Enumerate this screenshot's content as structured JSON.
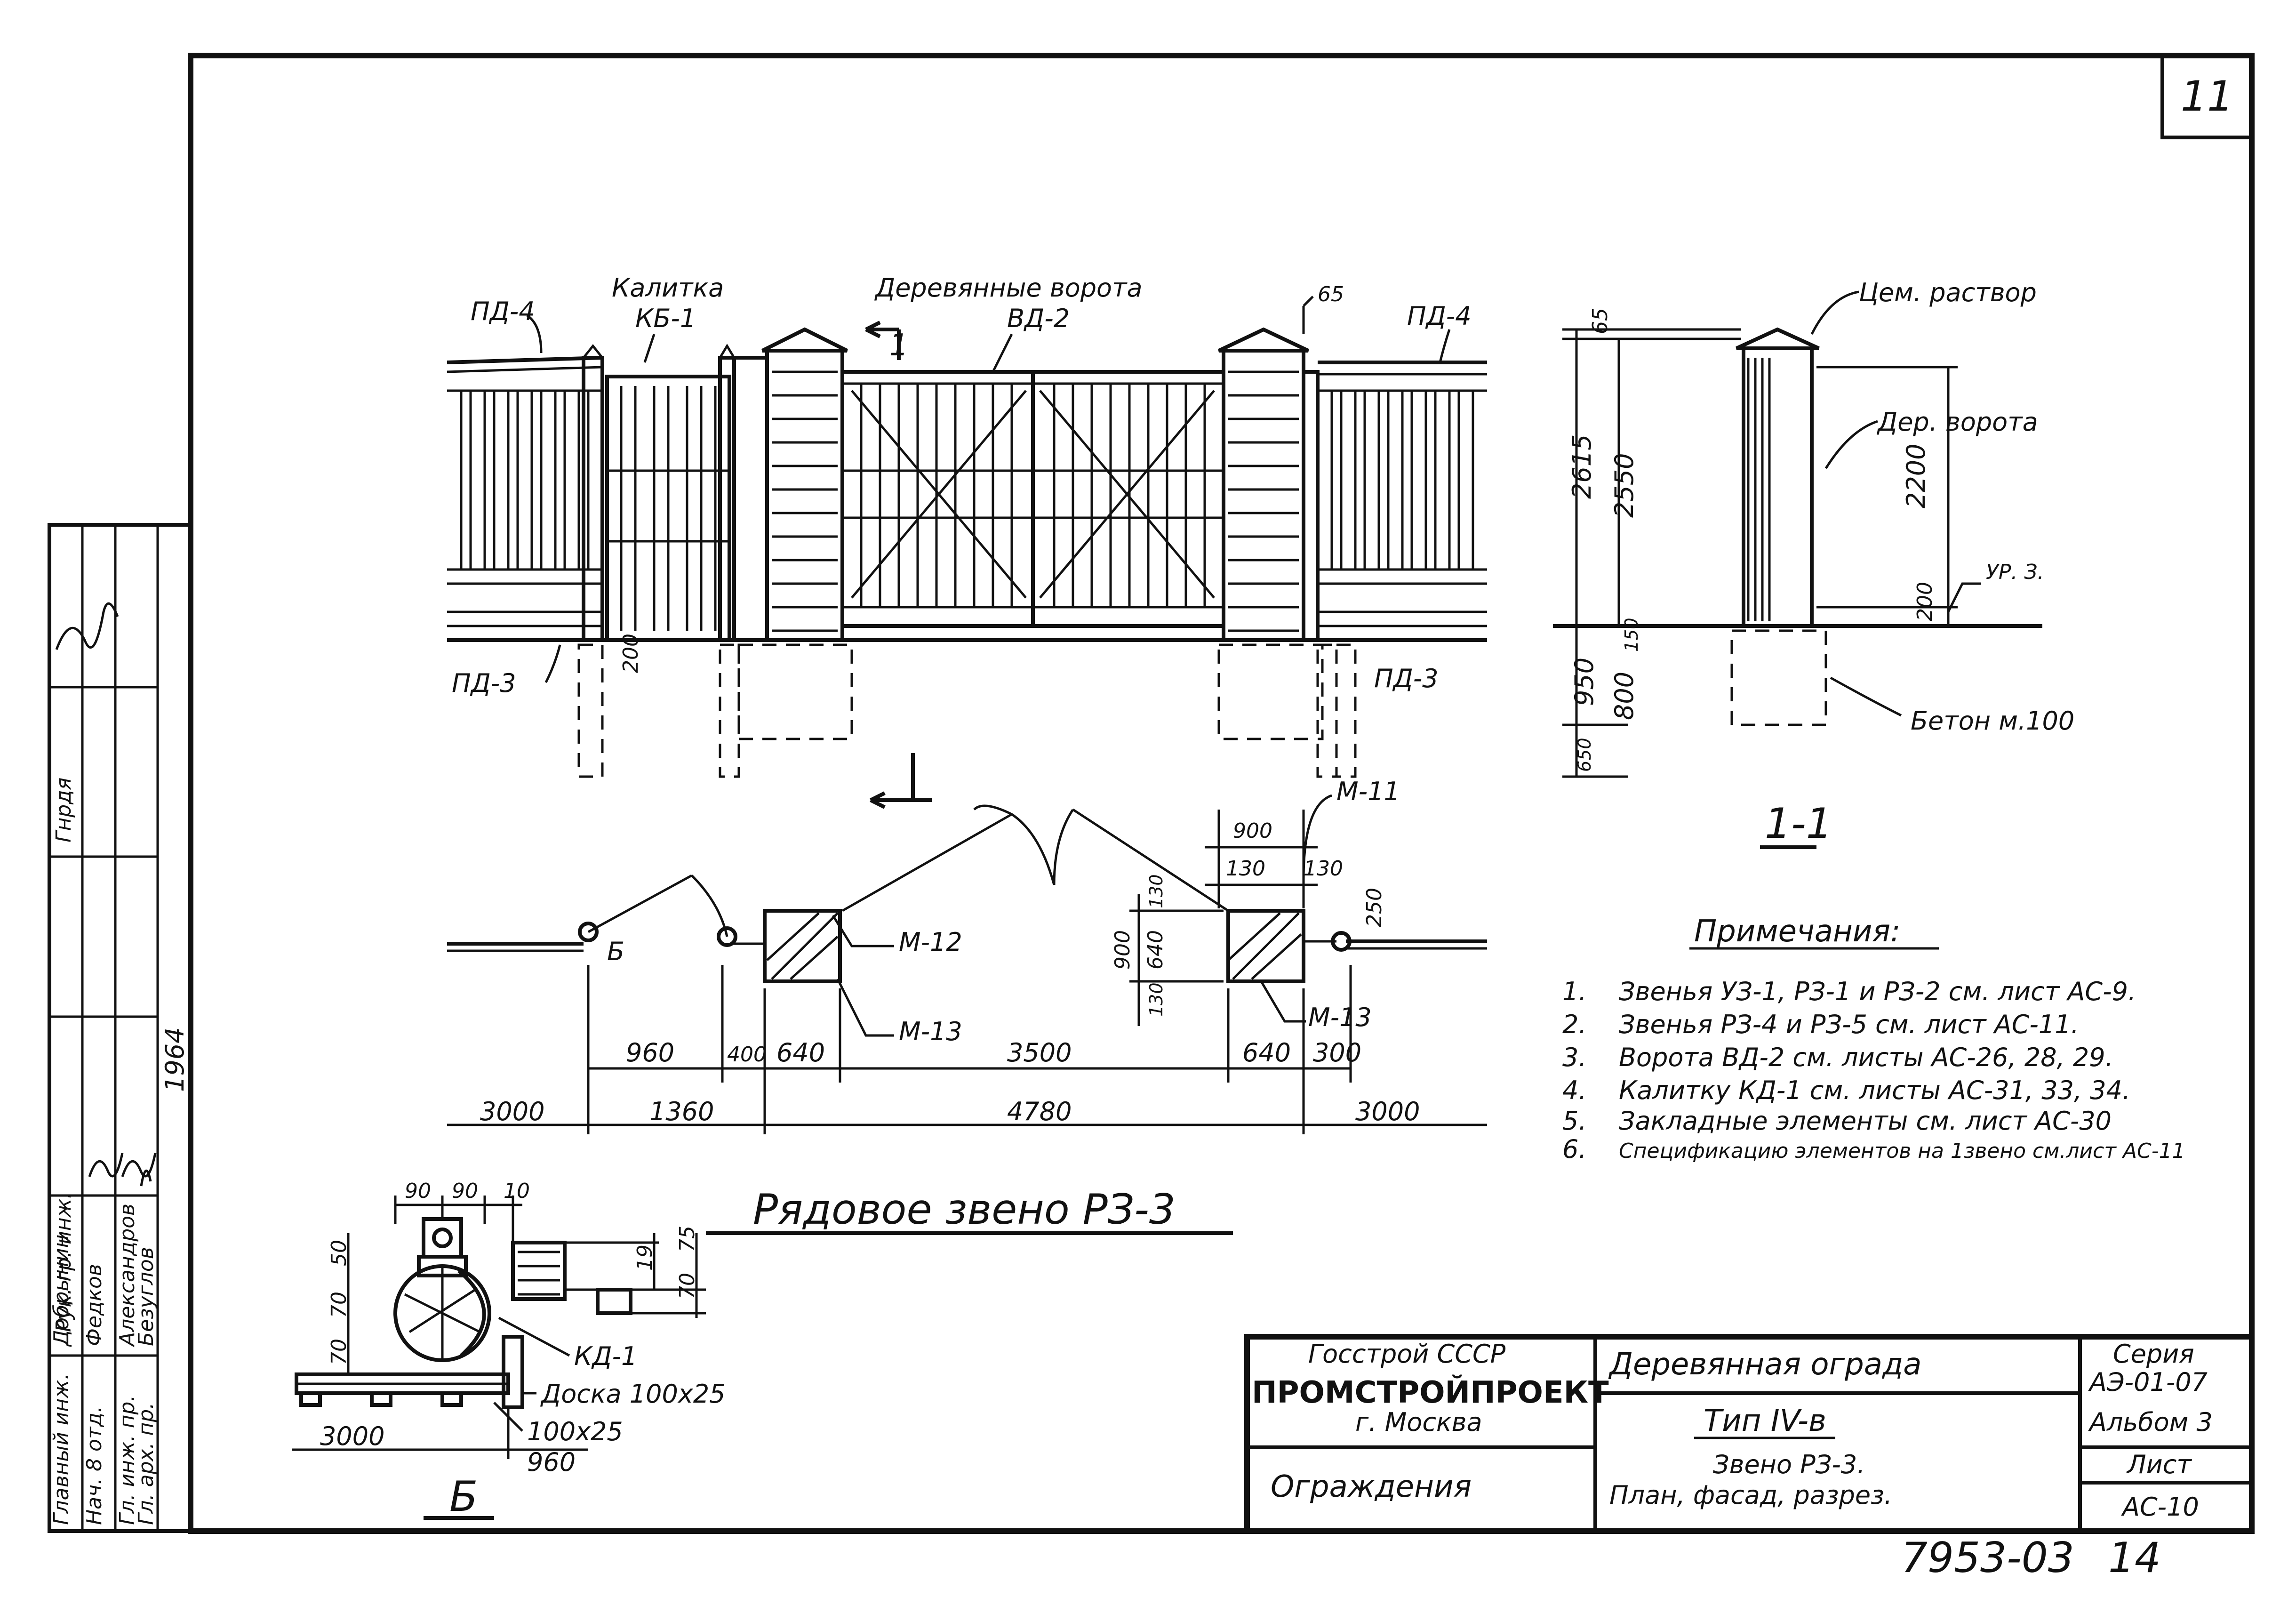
{
  "sheet": {
    "page_number": "11",
    "footer_code": "7953-03",
    "footer_number": "14"
  },
  "facade": {
    "labels": {
      "pd4_left": "ПД-4",
      "kalitka": "Калитка",
      "kb1": "КБ-1",
      "gates": "Деревянные ворота",
      "vd2": "ВД-2",
      "section_mark": "1",
      "dim_65": "65",
      "pd4_right": "ПД-4",
      "pd3_left": "ПД-3",
      "pd3_right": "ПД-3",
      "dim_200": "200"
    }
  },
  "section": {
    "title": "1-1",
    "labels": {
      "cement": "Цем. раствор",
      "gate": "Дер. ворота",
      "level": "УР. З.",
      "concrete": "Бетон м.100"
    },
    "dims": {
      "d65": "65",
      "d2615": "2615",
      "d2550": "2550",
      "d2200": "2200",
      "d200": "200",
      "d150": "150",
      "d950": "950",
      "d800": "800",
      "d650": "650"
    }
  },
  "plan": {
    "title": "Рядовое звено РЗ-3",
    "labels": {
      "b": "Б",
      "m12": "М-12",
      "m13_left": "М-13",
      "m11": "М-11",
      "m13_right": "М-13"
    },
    "dims": {
      "d900_top": "900",
      "d130a": "130",
      "d130b": "130",
      "d250": "250",
      "d900_side": "900",
      "d130c": "130",
      "d640_side": "640",
      "d130d": "130",
      "d960": "960",
      "d400": "400",
      "d640a": "640",
      "d3500": "3500",
      "d640b": "640",
      "d300": "300",
      "d3000_left": "3000",
      "d1360": "1360",
      "d4780": "4780",
      "d3000_right": "3000"
    }
  },
  "detail_b": {
    "title": "Б",
    "labels": {
      "kd1": "КД-1",
      "board": "Доска 100х25",
      "b100x25": "100х25"
    },
    "dims": {
      "d90a": "90",
      "d90b": "90",
      "d10": "10",
      "d50": "50",
      "d70a": "70",
      "d70b": "70",
      "d3000": "3000",
      "d960": "960",
      "d19": "19",
      "d70c": "70",
      "d75": "75"
    }
  },
  "notes": {
    "title": "Примечания:",
    "items": [
      {
        "n": "1.",
        "text": "Звенья УЗ-1, РЗ-1 и РЗ-2 см. лист АС-9."
      },
      {
        "n": "2.",
        "text": "Звенья РЗ-4 и РЗ-5 см. лист АС-11."
      },
      {
        "n": "3.",
        "text": "Ворота ВД-2 см. листы АС-26, 28, 29."
      },
      {
        "n": "4.",
        "text": "Калитку КД-1 см. листы АС-31, 33, 34."
      },
      {
        "n": "5.",
        "text": "Закладные элементы см. лист АС-30"
      },
      {
        "n": "6.",
        "text": "Спецификацию элементов на 1звено см.лист АС-11"
      }
    ]
  },
  "title_block": {
    "org1": "Госстрой СССР",
    "org2": "ПРОМСТРОЙПРОЕКТ",
    "city": "г. Москва",
    "section": "Ограждения",
    "object": "Деревянная ограда",
    "type": "Тип IV-в",
    "content1": "Звено РЗ-3.",
    "content2": "План, фасад, разрез.",
    "series_label": "Серия",
    "series": "АЭ-01-07",
    "album": "Альбом 3",
    "sheet_label": "Лист",
    "sheet_no": "АС-10"
  },
  "signatures": {
    "year": "1964",
    "roles": [
      "Главный инж.",
      "Нач. 8 отд.",
      "Гл. инж. пр.",
      "Гл. арх. пр."
    ],
    "names": [
      "Добрынин",
      "Федков",
      "Александров",
      "Безуглов"
    ],
    "top_roles": [
      "Рук. гр. инж.",
      "Гнрдя"
    ]
  }
}
